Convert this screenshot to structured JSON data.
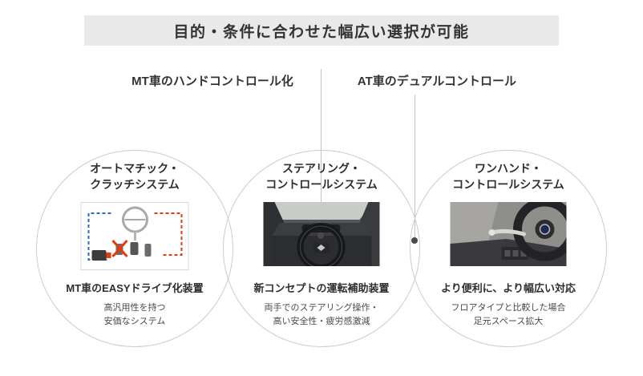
{
  "title": {
    "text": "目的・条件に合わせた幅広い選択が可能"
  },
  "headers": [
    {
      "label": "MT車のハンドコントロール化"
    },
    {
      "label": "AT車のデュアルコントロール"
    }
  ],
  "systems": [
    {
      "title_line1": "オートマチック・",
      "title_line2": "クラッチシステム",
      "image": "clutch-system-diagram",
      "feature": "MT車のEASYドライブ化装置",
      "desc_line1": "高汎用性を持つ",
      "desc_line2": "安価なシステム"
    },
    {
      "title_line1": "ステアリング・",
      "title_line2": "コントロールシステム",
      "image": "steering-control-system-photo",
      "feature": "新コンセプトの運転補助装置",
      "desc_line1": "両手でのステアリング操作・",
      "desc_line2": "高い安全性・疲労感激減"
    },
    {
      "title_line1": "ワンハンド・",
      "title_line2": "コントロールシステム",
      "image": "one-hand-control-system-photo",
      "feature": "より便利に、より幅広い対応",
      "desc_line1": "フロアタイプと比較した場合",
      "desc_line2": "足元スペース拡大"
    }
  ],
  "colors": {
    "title_bar_bg": "#e9e9e9",
    "text": "#333333",
    "circle_border": "#cccccc",
    "leader_line": "#c3c3c3",
    "leader_dot": "#4a4a4a",
    "diagram_red": "#e8380d",
    "diagram_blue": "#2b6cb8"
  }
}
